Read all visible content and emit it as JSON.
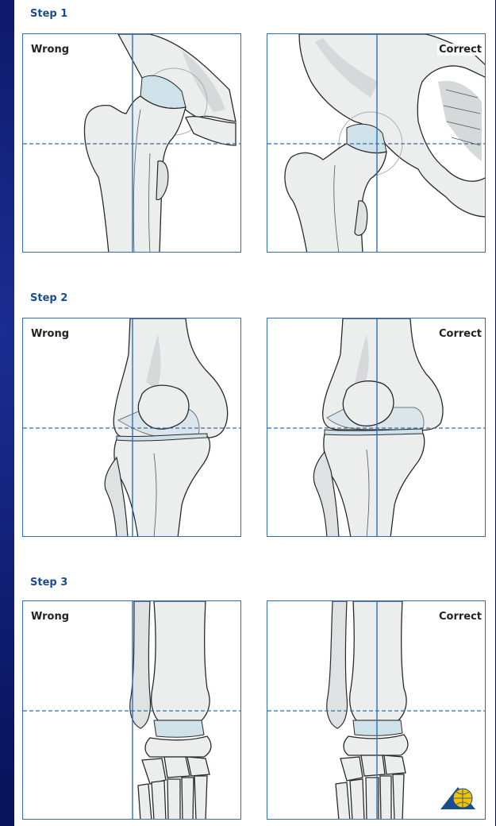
{
  "steps": [
    {
      "label": "Step 1",
      "wrong": "Wrong",
      "correct": "Correct"
    },
    {
      "label": "Step 2",
      "wrong": "Wrong",
      "correct": "Correct"
    },
    {
      "label": "Step 3",
      "wrong": "Wrong",
      "correct": "Correct"
    }
  ],
  "colors": {
    "frame": "#2f6fb0",
    "label": "#1a4d8f",
    "background": "#0d1a6e"
  },
  "logo": "ao-globe-logo"
}
